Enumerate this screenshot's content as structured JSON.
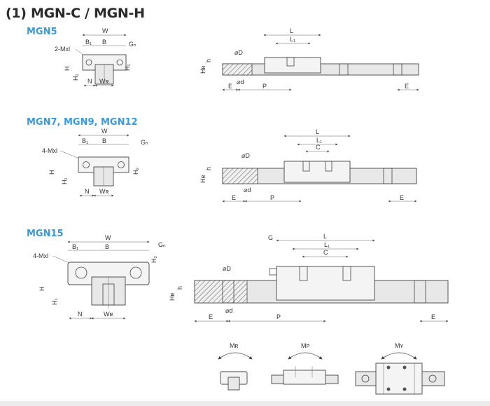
{
  "title": "(1) MGN-C / MGN-H",
  "sections": [
    {
      "model": "MGN5",
      "labels": {
        "W": "W",
        "B": "B",
        "B1": "B₁",
        "G": "Gₙ",
        "M": "2-Mxl",
        "H": "H",
        "H1": "H₁",
        "H2": "H₁",
        "N": "N",
        "WR": "Wʀ",
        "L": "L",
        "L1": "L₁",
        "D": "⌀D",
        "d": "⌀d",
        "h": "h",
        "HR": "Hʀ",
        "E": "E",
        "P": "P"
      }
    },
    {
      "model": "MGN7, MGN9, MGN12",
      "labels": {
        "W": "W",
        "B": "B",
        "B1": "B₁",
        "G": "Gₙ",
        "M": "4-Mxl",
        "H": "H",
        "H1": "H₁",
        "H2": "H₂",
        "N": "N",
        "WR": "Wʀ",
        "L": "L",
        "L1": "L₁",
        "C": "C",
        "D": "⌀D",
        "d": "⌀d",
        "h": "h",
        "HR": "Hʀ",
        "E": "E",
        "P": "P"
      }
    },
    {
      "model": "MGN15",
      "labels": {
        "W": "W",
        "B": "B",
        "B1": "B₁",
        "G": "Gₙ",
        "M": "4-Mxl",
        "H": "H",
        "H1": "H₁",
        "H2": "H₂",
        "N": "N",
        "WR": "Wʀ",
        "L": "L",
        "L1": "L₁",
        "C": "C",
        "Gs": "G",
        "D": "⌀D",
        "d": "⌀d",
        "h": "h",
        "HR": "Hʀ",
        "E": "E",
        "P": "P"
      }
    }
  ],
  "moments": {
    "MR": "Mʀ",
    "MP": "Mᴘ",
    "MY": "Mʏ"
  }
}
